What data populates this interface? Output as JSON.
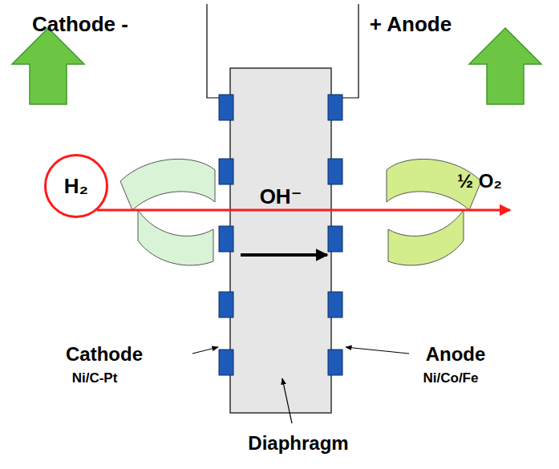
{
  "diagram": {
    "nodes": [
      {
        "text": [
          "H₂"
        ]
      },
      {
        "text": [
          "OH⁻"
        ]
      }
    ],
    "labels": [
      "Cathode -",
      "+ Anode",
      "½ O₂",
      "Cathode",
      "Ni/C-Pt",
      "Anode",
      "Ni/Co/Fe",
      "Diaphragm"
    ]
  }
}
